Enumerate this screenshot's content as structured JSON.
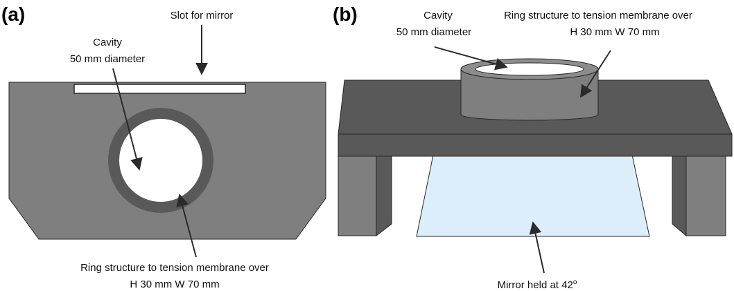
{
  "panel_a": {
    "letter": "(a)",
    "slot_label": "Slot for mirror",
    "cavity_label": [
      "Cavity",
      "50 mm diameter"
    ],
    "ring_label": [
      "Ring structure to tension membrane over",
      "H 30 mm W 70 mm"
    ]
  },
  "panel_b": {
    "letter": "(b)",
    "cavity_label": [
      "Cavity",
      "50 mm diameter"
    ],
    "ring_label": [
      "Ring structure to tension membrane over",
      "H 30 mm W 70 mm"
    ],
    "mirror_label": "Mirror held at 42",
    "mirror_label_sup": "o"
  },
  "colors": {
    "body_gray": "#7f7f7f",
    "ring_dark": "#595959",
    "band_dark": "#595959",
    "mirror_blue": "#dbeef9",
    "outline": "#262626"
  }
}
